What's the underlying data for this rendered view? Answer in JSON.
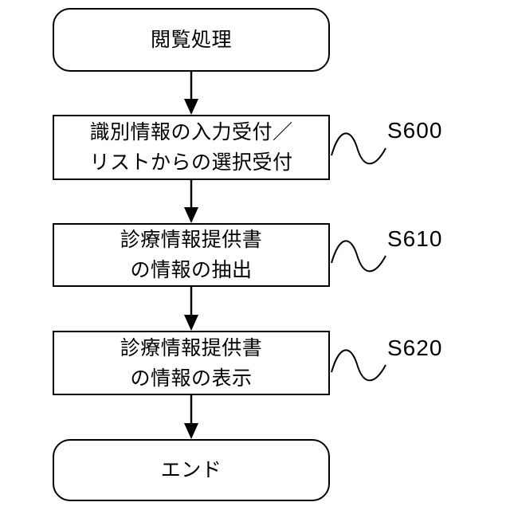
{
  "start": {
    "label": "閲覧処理"
  },
  "steps": [
    {
      "id": "S600",
      "lines": [
        "識別情報の入力受付／",
        "リストからの選択受付"
      ]
    },
    {
      "id": "S610",
      "lines": [
        "診療情報提供書",
        "の情報の抽出"
      ]
    },
    {
      "id": "S620",
      "lines": [
        "診療情報提供書",
        "の情報の表示"
      ]
    }
  ],
  "end": {
    "label": "エンド"
  }
}
